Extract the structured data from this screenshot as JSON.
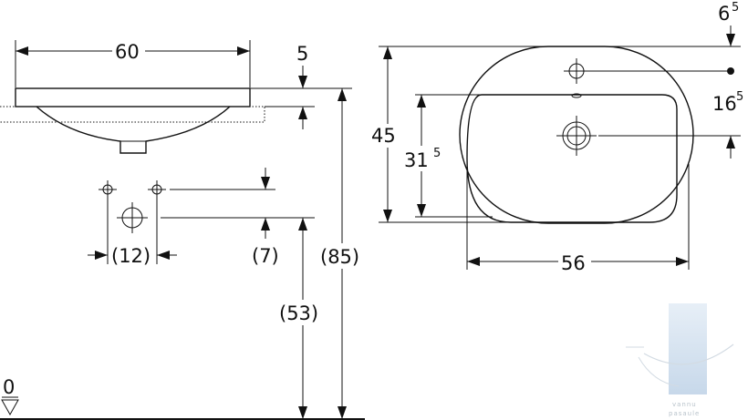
{
  "side_view": {
    "width": "60",
    "rim": "5",
    "tap_spacing": "(12)",
    "tap_offset": "(7)",
    "tap_height": "(53)",
    "total_height": "(85)",
    "floor_level": "0"
  },
  "top_view": {
    "depth": "45",
    "tap_edge_base": "6",
    "tap_edge_sup": "5",
    "drain_pos_base": "16",
    "drain_pos_sup": "5",
    "bowl_depth_base": "31",
    "bowl_depth_sup": "5",
    "bowl_width": "56"
  },
  "watermark": {
    "line1": "vannu",
    "line2": "pasaule"
  }
}
